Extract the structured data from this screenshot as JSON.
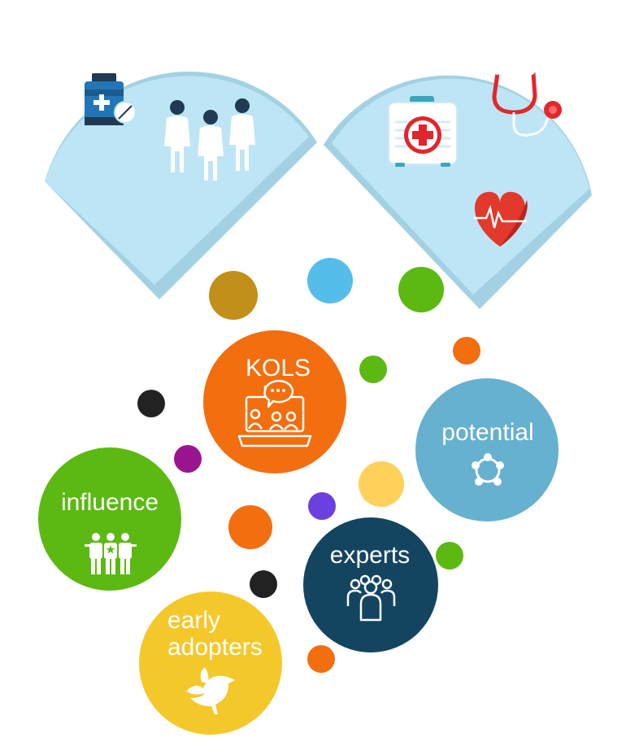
{
  "colors": {
    "shape_light": "#bde5f5",
    "shape_fold": "#a3d1e3",
    "kols": "#f36e0e",
    "potential": "#66b0d0",
    "influence": "#5bb911",
    "experts": "#144560",
    "early_adopters": "#f4c82a"
  },
  "icons": {
    "top_left": [
      "medicine-bottle-icon",
      "people-group-icon"
    ],
    "top_right": [
      "first-aid-kit-icon",
      "stethoscope-icon",
      "heartbeat-icon"
    ]
  },
  "circles": {
    "kols": {
      "label": "KOLS",
      "icon": "laptop-chat-icon"
    },
    "potential": {
      "label": "potential",
      "icon": "network-nodes-icon"
    },
    "influence": {
      "label": "influence",
      "icon": "people-star-icon"
    },
    "experts": {
      "label": "experts",
      "icon": "team-icon"
    },
    "early_adopters": {
      "label_line1": "early",
      "label_line2": "adopters",
      "icon": "bird-icon"
    }
  },
  "dots": [
    {
      "color": "#c28f1a"
    },
    {
      "color": "#55bde9"
    },
    {
      "color": "#5bb911"
    },
    {
      "color": "#5bb911"
    },
    {
      "color": "#f36e0e"
    },
    {
      "color": "#222222"
    },
    {
      "color": "#9b1590"
    },
    {
      "color": "#ffd15a"
    },
    {
      "color": "#f36e0e"
    },
    {
      "color": "#6b3fe0"
    },
    {
      "color": "#5bb911"
    },
    {
      "color": "#222222"
    },
    {
      "color": "#f36e0e"
    }
  ]
}
